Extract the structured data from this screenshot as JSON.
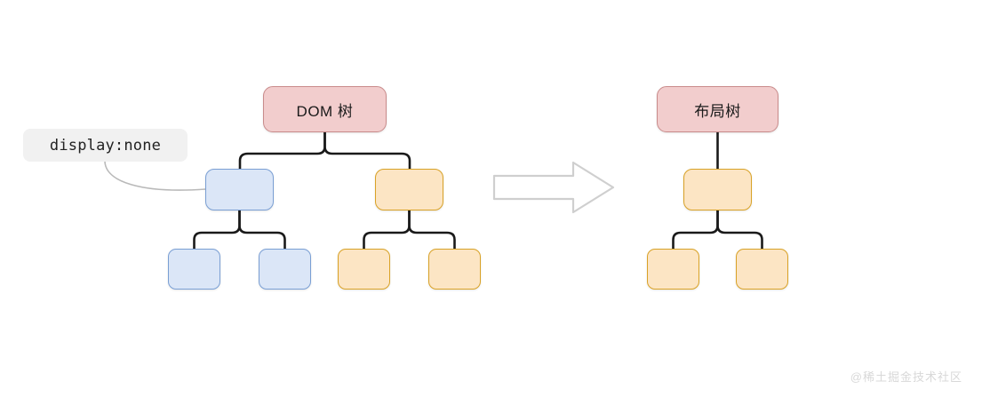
{
  "diagram": {
    "title_left": "DOM 树",
    "title_right": "布局树",
    "annotation": "display:none",
    "arrow": "right-arrow",
    "watermark": "@稀土掘金技术社区",
    "colors": {
      "root_fill": "#f2cdcd",
      "root_stroke": "#c98b8b",
      "blue_fill": "#dbe6f7",
      "blue_stroke": "#7a9fd4",
      "orange_fill": "#fce5c4",
      "orange_stroke": "#d9a227",
      "connector": "#1a1a1a",
      "tag_fill": "#f1f1f1",
      "arrow_stroke": "#cfcfcf",
      "watermark": "#d8d8d8"
    },
    "left_tree": {
      "root_label": "DOM 树",
      "children": [
        {
          "name": "hidden-branch-node",
          "color": "blue",
          "label": ""
        },
        {
          "name": "visible-branch-node",
          "color": "orange",
          "label": ""
        }
      ],
      "leaves": [
        {
          "name": "hidden-leaf-1",
          "color": "blue",
          "label": ""
        },
        {
          "name": "hidden-leaf-2",
          "color": "blue",
          "label": ""
        },
        {
          "name": "visible-leaf-1",
          "color": "orange",
          "label": ""
        },
        {
          "name": "visible-leaf-2",
          "color": "orange",
          "label": ""
        }
      ]
    },
    "right_tree": {
      "root_label": "布局树",
      "children": [
        {
          "name": "layout-branch-node",
          "color": "orange",
          "label": ""
        }
      ],
      "leaves": [
        {
          "name": "layout-leaf-1",
          "color": "orange",
          "label": ""
        },
        {
          "name": "layout-leaf-2",
          "color": "orange",
          "label": ""
        }
      ]
    }
  }
}
